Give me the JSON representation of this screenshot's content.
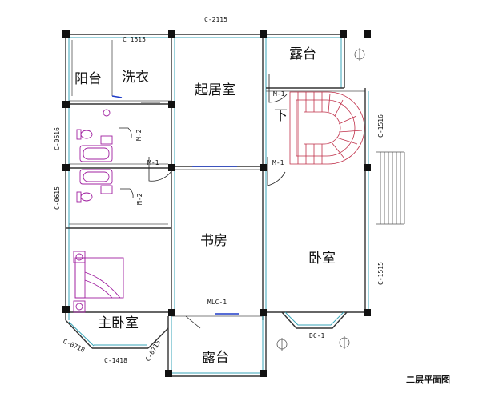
{
  "rooms": {
    "balcony_small": "阳台",
    "laundry": "洗衣",
    "living": "起居室",
    "terrace_top": "露台",
    "stair_down": "下",
    "study": "书房",
    "bedroom": "卧室",
    "master_bedroom": "主卧室",
    "terrace_bottom": "露台"
  },
  "codes": {
    "top_window": "C-2115",
    "window_laundry": "C 1515",
    "window_west_1": "C-0616",
    "window_west_2": "C-0615",
    "door_m2_a": "M-2",
    "door_m2_b": "M-2",
    "door_m1_living": "M-1",
    "door_m1_stair": "M-1",
    "door_m1_study": "M-1",
    "window_east_1": "C-1516",
    "window_east_2": "C-1515",
    "door_mlc": "MLC-1",
    "door_dc": "DC-1",
    "window_sw": "C-0718",
    "window_bottom": "C-1418",
    "window_bottom_2": "C-0715"
  },
  "caption": "二层平面图",
  "colors": {
    "wall": "#333333",
    "wall_accent": "#3aa6b8",
    "furniture_magenta": "#a020a0",
    "stair_red": "#c0304a",
    "window_blue": "#1e3cc8"
  }
}
